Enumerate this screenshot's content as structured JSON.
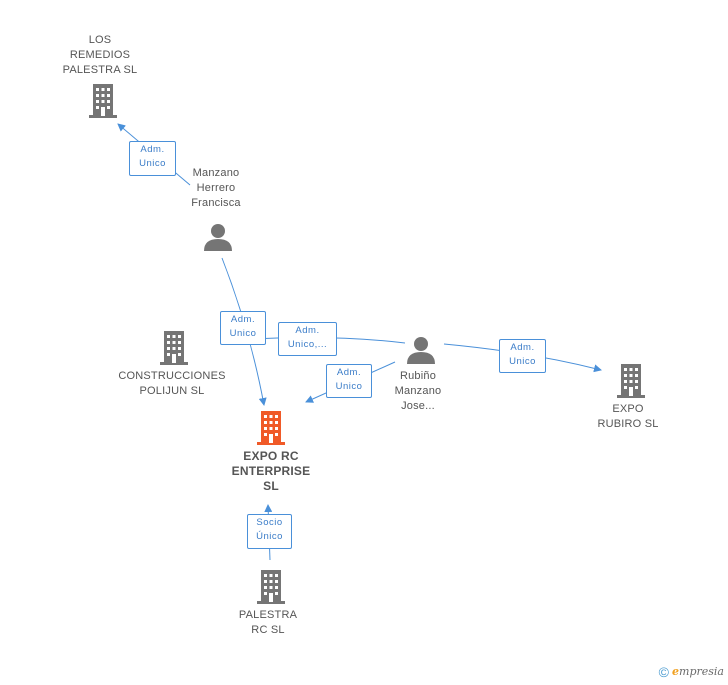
{
  "nodes": {
    "los_remedios": {
      "lines": [
        "LOS",
        "REMEDIOS",
        "PALESTRA SL"
      ]
    },
    "manzano": {
      "lines": [
        "Manzano",
        "Herrero",
        "Francisca"
      ]
    },
    "construcciones": {
      "lines": [
        "CONSTRUCCIONES",
        "POLIJUN SL"
      ]
    },
    "rubino": {
      "lines": [
        "Rubiño",
        "Manzano",
        "Jose..."
      ]
    },
    "expo_rubiro": {
      "lines": [
        "EXPO",
        "RUBIRO SL"
      ]
    },
    "expo_rc": {
      "lines": [
        "EXPO RC",
        "ENTERPRISE",
        "SL"
      ]
    },
    "palestra_rc": {
      "lines": [
        "PALESTRA",
        "RC SL"
      ]
    }
  },
  "badges": {
    "b1": [
      "Adm.",
      "Unico"
    ],
    "b2": [
      "Adm.",
      "Unico"
    ],
    "b3": [
      "Adm.",
      "Unico,..."
    ],
    "b4": [
      "Adm.",
      "Unico"
    ],
    "b5": [
      "Adm.",
      "Unico"
    ],
    "b6": [
      "Socio",
      "Único"
    ]
  },
  "footer": {
    "copyright": "©",
    "brand_first": "e",
    "brand_rest": "mpresia"
  },
  "colors": {
    "edge": "#4a90d9",
    "building": "#757575",
    "main_building": "#f05a28",
    "person": "#757575"
  }
}
